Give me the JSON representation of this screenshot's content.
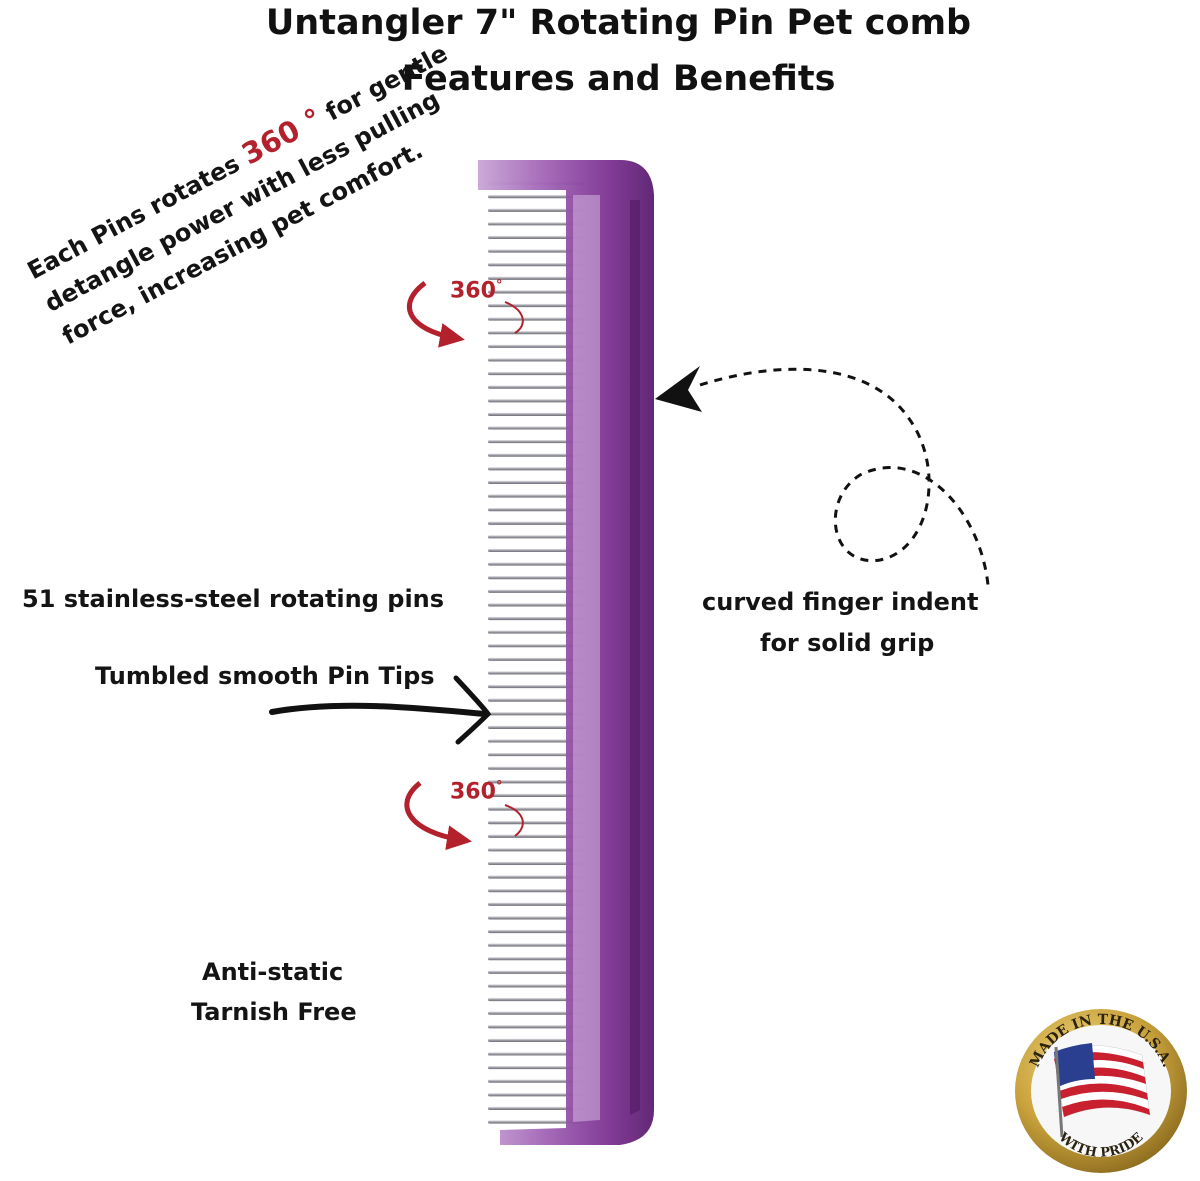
{
  "title": {
    "line1": "Untangler 7\" Rotating Pin Pet comb",
    "line2": "Features and Benefits"
  },
  "rotation_callout": {
    "line1_before": "Each Pins rotates ",
    "line1_accent": "360 °",
    "line1_after": "  for gentle",
    "line2": "detangle power with less pulling",
    "line3": "force,  increasing pet comfort."
  },
  "rotation_marks": {
    "top": "360",
    "bottom": "360",
    "degree": "°"
  },
  "features": {
    "pins": "51  stainless-steel rotating  pins",
    "tips": "Tumbled smooth Pin Tips",
    "anti_static": "Anti-static",
    "tarnish": "Tarnish Free",
    "grip_line1": "curved finger indent",
    "grip_line2": "for solid grip"
  },
  "seal": {
    "top_text": "MADE IN THE U.S.A.",
    "bottom_text": "WITH PRIDE"
  },
  "colors": {
    "comb_purple": "#7a2f8c",
    "comb_purple_light": "#b27fc4",
    "accent_red": "#b3212c",
    "pin_steel": "#a8a8ae",
    "seal_gold": "#c9a23c"
  }
}
